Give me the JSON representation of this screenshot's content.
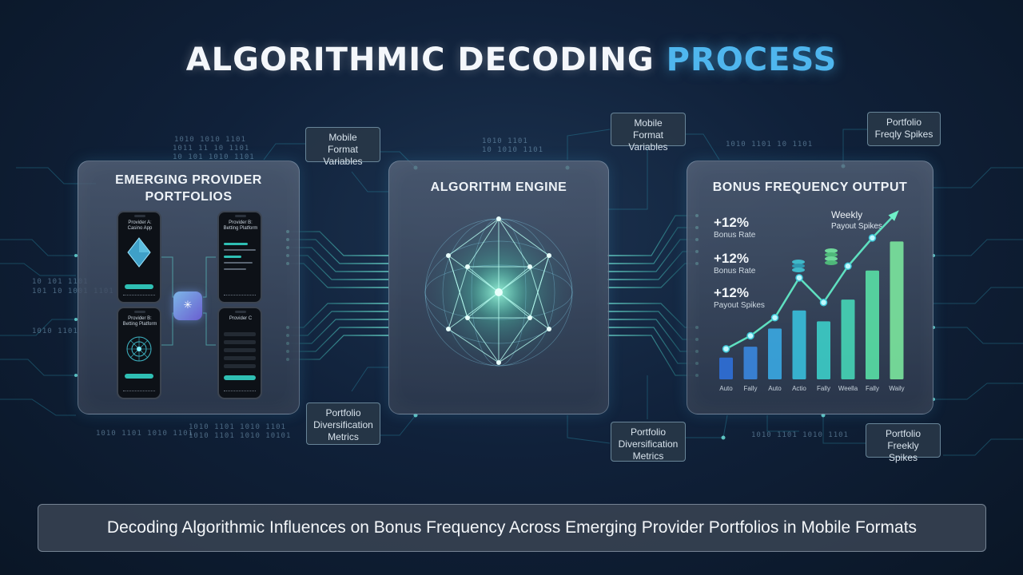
{
  "title": {
    "main": "ALGORITHMIC DECODING",
    "accent": "PROCESS"
  },
  "panels": {
    "left": {
      "title_line1": "EMERGING PROVIDER",
      "title_line2": "PORTFOLIOS"
    },
    "center": {
      "title": "ALGORITHM ENGINE"
    },
    "right": {
      "title": "BONUS FREQUENCY OUTPUT"
    }
  },
  "phones": {
    "p1": {
      "label": "Provider A: Casino App"
    },
    "p2": {
      "label": "Provider B: Betting Platform"
    },
    "p3": {
      "label": "Provider B: Betting Platform"
    },
    "p4": {
      "label": "Provider C"
    }
  },
  "callouts": {
    "c1": {
      "line1": "Mobile Format",
      "line2": "Variables"
    },
    "c2": {
      "line1": "Mobile Format",
      "line2": "Variables"
    },
    "c3": {
      "line1": "Portfolio",
      "line2": "Freqly Spikes"
    },
    "c4": {
      "line1": "Portfolio",
      "line2": "Diversification",
      "line3": "Metrics"
    },
    "c5": {
      "line1": "Portfolio",
      "line2": "Diversification",
      "line3": "Metrics"
    },
    "c6": {
      "line1": "Portfolio",
      "line2": "Freekly Spikes"
    }
  },
  "binary": {
    "b1": "1010 1010 1101",
    "b2": "1011 11 10 1101",
    "b3": "10 101 1010 1101",
    "b4": "10 101 1101",
    "b5": "101 10 1001 1101",
    "b6": "1010 1101",
    "b7": "1010 1101 1010 1101",
    "b8": "1010 1101 1010 1101",
    "b9": "1010 1101 1010 10101",
    "b10": "1010 1101",
    "b11": "10 1010 1101",
    "b12": "1010 1101 10 1101",
    "b13": "1010 1101 1010 1101"
  },
  "stats": [
    {
      "value": "+12%",
      "label": "Bonus Rate"
    },
    {
      "value": "+12%",
      "label": "Bonus Rate"
    },
    {
      "value": "+12%",
      "label": "Payout Spikes"
    }
  ],
  "chart_data": {
    "type": "bar",
    "categories": [
      "Auto",
      "Fally",
      "Auto",
      "Actio",
      "Fally",
      "Weella",
      "Fally",
      "Waily"
    ],
    "values": [
      3,
      4.5,
      7,
      9.5,
      8,
      11,
      15,
      19
    ],
    "trend": [
      4.2,
      6.0,
      8.5,
      14.0,
      10.6,
      15.6,
      19.5,
      23
    ],
    "ylim": [
      0,
      24
    ],
    "annotation": {
      "line1": "Weekly",
      "line2": "Payout Spikes"
    },
    "colors": [
      "#2f6fd6",
      "#3a86dc",
      "#3aa6e0",
      "#38bcd8",
      "#3ccbc6",
      "#45d3b4",
      "#58dca4",
      "#7ae39c"
    ]
  },
  "caption": "Decoding Algorithmic Influences on Bonus Frequency Across Emerging Provider Portfolios in Mobile Formats"
}
